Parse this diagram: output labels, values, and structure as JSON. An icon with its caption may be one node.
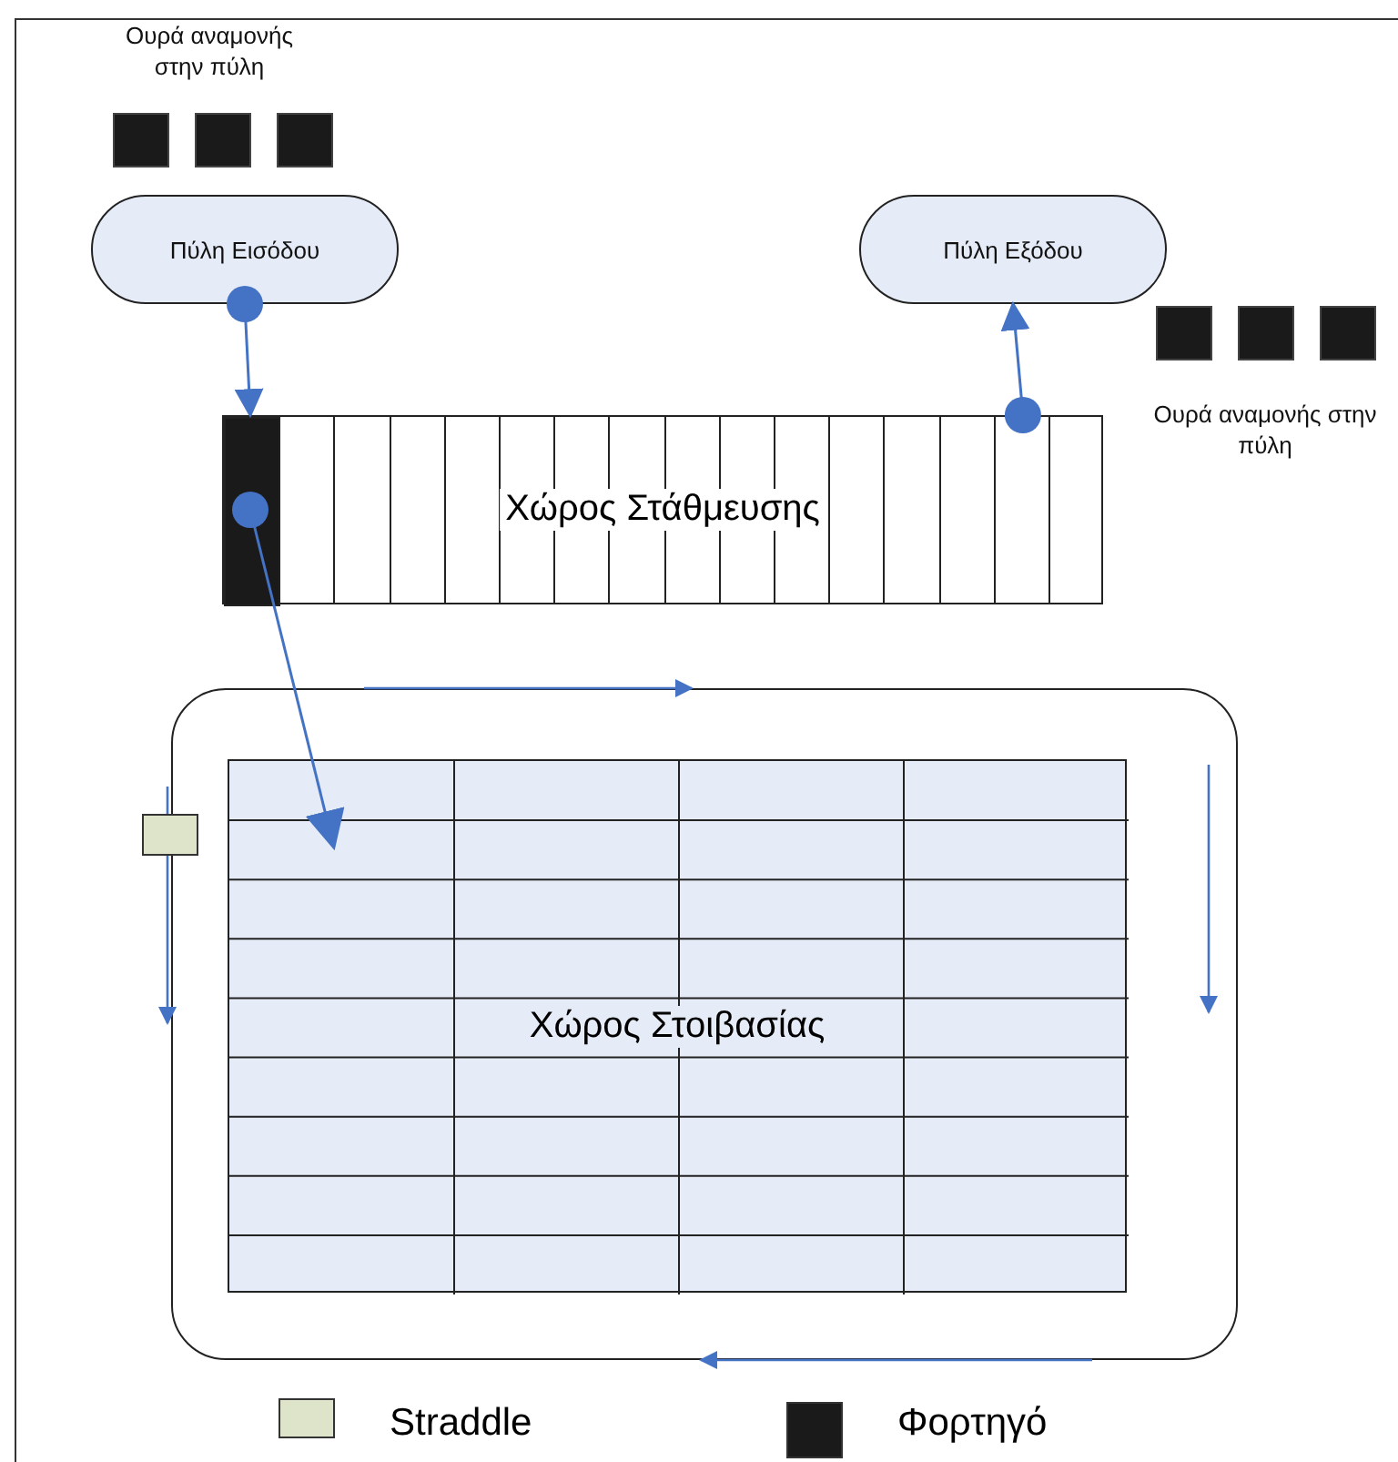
{
  "diagram": {
    "nodes": [
      {
        "text": [
          "Πύλη Εισόδου"
        ]
      },
      {
        "text": [
          "Πύλη Εξόδου"
        ]
      },
      {
        "text": [
          "Χώρος Στάθμευσης"
        ]
      },
      {
        "text": [],
        "shape": "box",
        "in": 2
      },
      {
        "text": [],
        "shape": "box"
      },
      {
        "text": [
          "Χώρος Στοιβασίας"
        ],
        "in": 4
      }
    ],
    "edges": [
      {
        "from": 0,
        "to": 3,
        "arrow": "to"
      },
      {
        "from": 2,
        "to": 1,
        "arrow": "to"
      },
      {
        "from": 3,
        "to": 5,
        "arrow": "to"
      }
    ],
    "labels": [
      "Ουρά αναμονής στην πύλη",
      "Ουρά αναμονής στην πύλη"
    ],
    "legend": [
      {
        "text": "Straddle",
        "color": "#dde4c9"
      },
      {
        "text": "Φορτηγό",
        "color": "#1a1a1a"
      }
    ]
  }
}
